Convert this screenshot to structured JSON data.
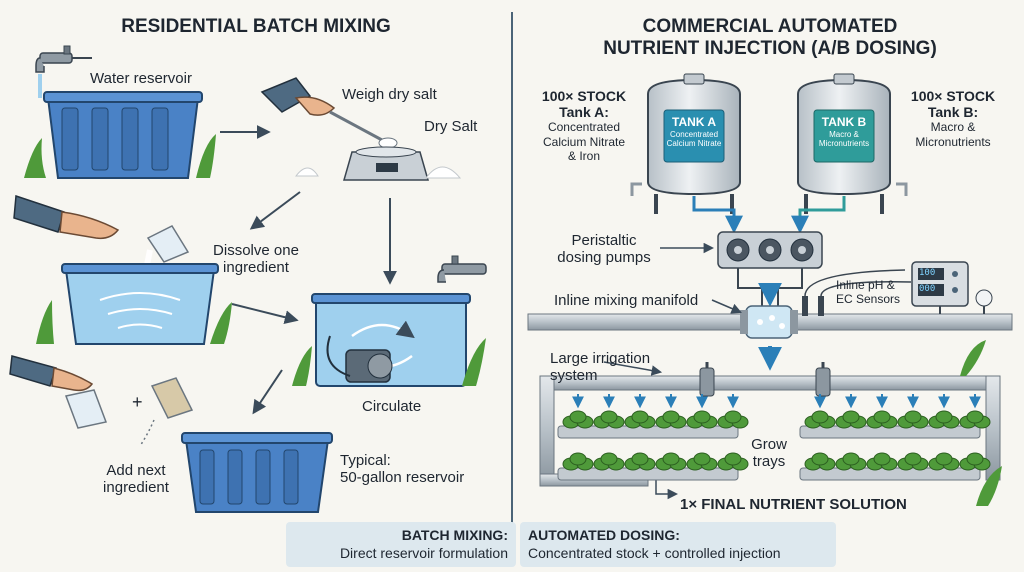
{
  "left": {
    "title": "RESIDENTIAL BATCH MIXING",
    "water_reservoir": "Water reservoir",
    "weigh_dry_salt": "Weigh dry salt",
    "dry_salt": "Dry Salt",
    "dissolve_one": "Dissolve one",
    "ingredient": "ingredient",
    "circulate": "Circulate",
    "add_next": "Add next",
    "ingredient2": "ingredient",
    "typical": "Typical:",
    "reservoir_size": "50-gallon reservoir",
    "box_title": "BATCH MIXING:",
    "box_text": "Direct reservoir formulation"
  },
  "right": {
    "title_line1": "COMMERCIAL AUTOMATED",
    "title_line2": "NUTRIENT INJECTION (A/B DOSING)",
    "stock_a_header": "100× STOCK",
    "tank_a_name": "Tank A:",
    "tank_a_desc1": "Concentrated",
    "tank_a_desc2": "Calcium Nitrate",
    "tank_a_desc3": "& Iron",
    "stock_b_header": "100× STOCK",
    "tank_b_name": "Tank B:",
    "tank_b_desc1": "Macro &",
    "tank_b_desc2": "Micronutrients",
    "tank_a_label": "TANK A",
    "tank_a_sub1": "Concentrated",
    "tank_a_sub2": "Calcium Nitrate",
    "tank_b_label": "TANK B",
    "tank_b_sub1": "Macro &",
    "tank_b_sub2": "Micronutrients",
    "pumps1": "Peristaltic",
    "pumps2": "dosing pumps",
    "manifold": "Inline mixing manifold",
    "sensors1": "Inline pH &",
    "sensors2": "EC Sensors",
    "meter_value1": "100",
    "meter_value2": "000",
    "irrigation1": "Large irrigation",
    "irrigation2": "system",
    "grow1": "Grow",
    "grow2": "trays",
    "final": "1× FINAL NUTRIENT SOLUTION",
    "box_title": "AUTOMATED DOSING:",
    "box_text": "Concentrated stock + controlled injection"
  },
  "plus": "+",
  "colors": {
    "reservoir_blue": "#4a82c6",
    "water_blue": "#9fd0ee",
    "tank_a_teal": "#2a8fb0",
    "tank_b_teal": "#2f9c9a",
    "pipe_gray": "#b9c2c9",
    "leaf_green": "#4f9a3a",
    "box_bg": "#dde8ee",
    "divider": "#4b6478"
  }
}
